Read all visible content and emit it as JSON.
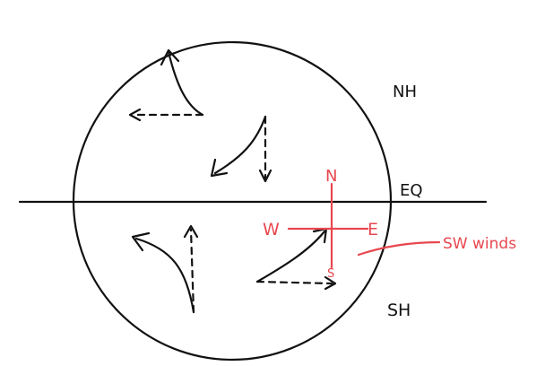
{
  "labels": {
    "northern_hemisphere": "NH",
    "southern_hemisphere": "SH",
    "equator": "EQ",
    "annotation": "SW winds"
  },
  "compass": {
    "north": "N",
    "south": "S",
    "east": "E",
    "west": "W"
  },
  "colors": {
    "ink": "#111111",
    "annotation": "#e8474f",
    "background": "#ffffff"
  }
}
